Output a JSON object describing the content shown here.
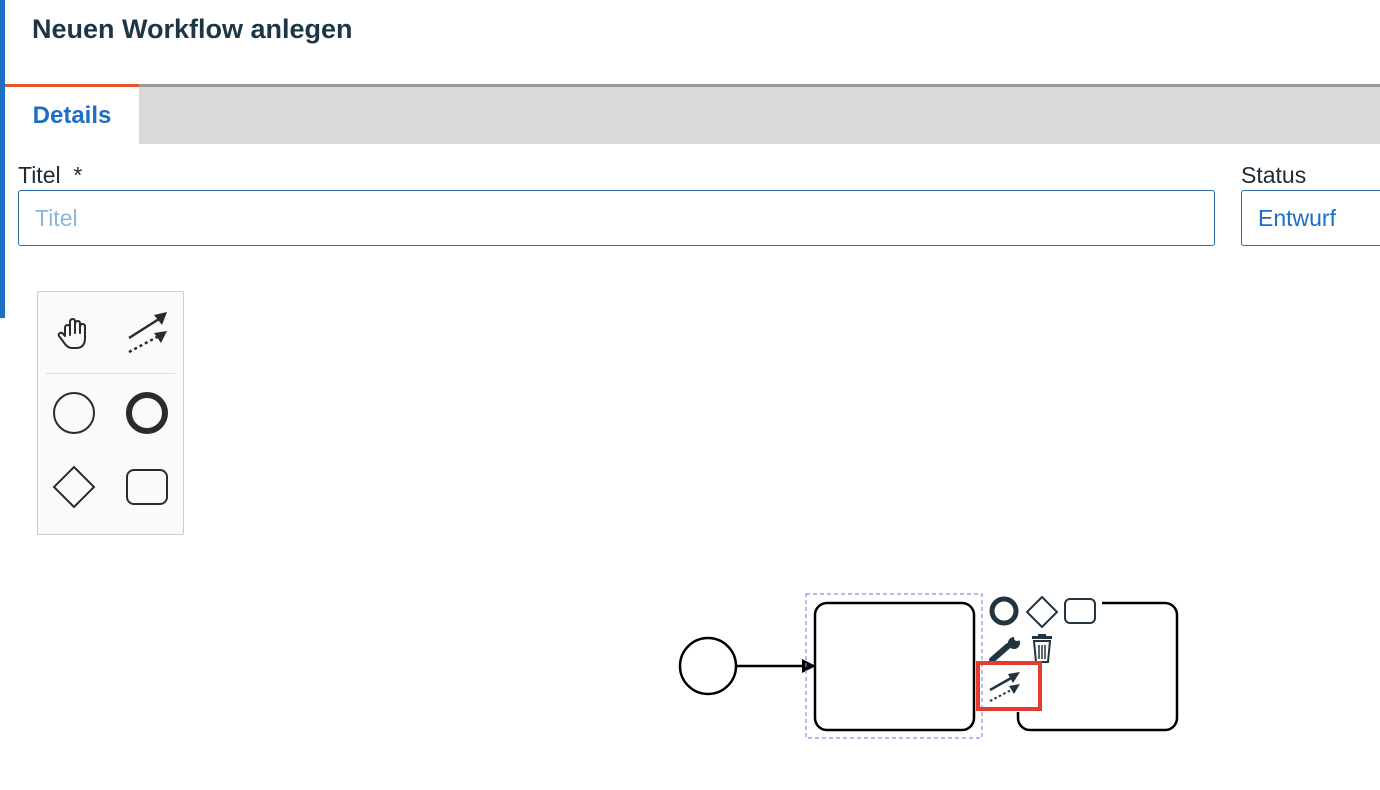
{
  "header": {
    "title": "Neuen Workflow anlegen"
  },
  "tabs": [
    {
      "label": "Details",
      "active": true
    }
  ],
  "form": {
    "title_label": "Titel",
    "required_marker": "*",
    "title_placeholder": "Titel",
    "title_value": "",
    "status_label": "Status",
    "status_value": "Entwurf"
  },
  "palette": {
    "tools": [
      {
        "icon": "hand-tool-icon"
      },
      {
        "icon": "global-connect-tool-icon"
      },
      {
        "icon": "start-event-icon"
      },
      {
        "icon": "end-event-icon"
      },
      {
        "icon": "exclusive-gateway-icon"
      },
      {
        "icon": "task-icon"
      }
    ]
  },
  "context_pad": {
    "entries": [
      {
        "icon": "append-end-event-icon"
      },
      {
        "icon": "append-gateway-icon"
      },
      {
        "icon": "append-task-icon"
      },
      {
        "icon": "change-type-wrench-icon"
      },
      {
        "icon": "delete-trash-icon"
      },
      {
        "icon": "connect-arrow-icon",
        "highlighted": true
      }
    ]
  },
  "colors": {
    "accent_blue": "#1b6fc4",
    "tab_active_border": "#e8552a",
    "title_text": "#1d3647",
    "highlight_red": "#e53a2f",
    "selection_outline": "#8c8cf0"
  }
}
